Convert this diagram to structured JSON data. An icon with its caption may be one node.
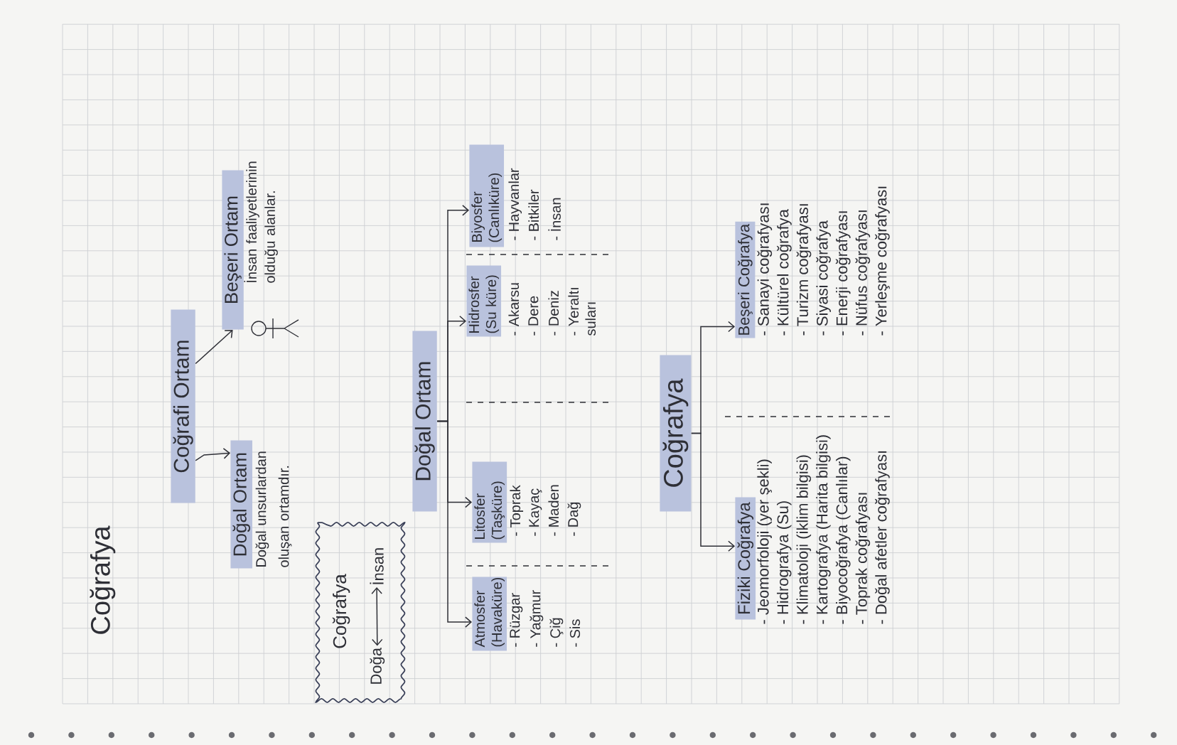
{
  "diagram": {
    "title": "Coğrafya",
    "nodes": [
      {
        "text": [
          "Coğrafi Ortam"
        ]
      },
      {
        "text": [
          "Doğal Ortam"
        ],
        "beside": [
          "Doğal unsurlardan oluşan ortamdır."
        ]
      },
      {
        "text": [
          "Beşeri Ortam"
        ],
        "beside": [
          "İnsan faaliyetlerinin olduğu alanlar."
        ]
      },
      {
        "text": [
          "Coğrafya"
        ]
      },
      {
        "text": [
          "Doğa"
        ],
        "in": 3
      },
      {
        "text": [
          "İnsan"
        ],
        "in": 3
      },
      {
        "text": [
          "Doğal Ortam"
        ]
      },
      {
        "text": [
          "Atmosfer (Havaküre)"
        ],
        "beside": [
          "- Rüzgar",
          "- Yağmur",
          "- Çiğ",
          "- Sis"
        ]
      },
      {
        "text": [
          "Litosfer (Taşküre)"
        ],
        "beside": [
          "- Toprak",
          "- Kayaç",
          "- Maden",
          "- Dağ"
        ]
      },
      {
        "text": [
          "Hidrosfer (Su küre)"
        ],
        "beside": [
          "- Akarsu",
          "- Dere",
          "- Deniz",
          "- Yeraltı suları"
        ]
      },
      {
        "text": [
          "Biyosfer (Canlıküre)"
        ],
        "beside": [
          "- Hayvanlar",
          "- Bitkiler",
          "- İnsan"
        ]
      },
      {
        "text": [
          "Coğrafya"
        ]
      },
      {
        "text": [
          "Fiziki Coğrafya"
        ],
        "beside": [
          "- Jeomorfoloji (yer şekli)",
          "- Hidrografya (Su)",
          "- Klimatoloji (iklim bilgisi)",
          "- Kartografya (Harita bilgisi)",
          "- Biyocoğrafya (Canlılar)",
          "- Toprak coğrafyası",
          "- Doğal afetler coğrafyası"
        ]
      },
      {
        "text": [
          "Beşeri Coğrafya"
        ],
        "beside": [
          "- Sanayi coğrafyası",
          "- Kültürel coğrafya",
          "- Turizm coğrafyası",
          "- Siyasi coğrafya",
          "- Enerji coğrafyası",
          "- Nüfus coğrafyası",
          "- Yerleşme coğrafyası"
        ]
      }
    ],
    "edges": [
      {
        "from": 0,
        "to": 1,
        "arrow": "to"
      },
      {
        "from": 0,
        "to": 2,
        "arrow": "to"
      },
      {
        "from": 4,
        "to": 5,
        "arrow": "both"
      },
      {
        "from": 6,
        "to": 7,
        "arrow": "to"
      },
      {
        "from": 6,
        "to": 8,
        "arrow": "to"
      },
      {
        "from": 6,
        "to": 9,
        "arrow": "to"
      },
      {
        "from": 6,
        "to": 10,
        "arrow": "to"
      },
      {
        "from": 11,
        "to": 12,
        "arrow": "to"
      },
      {
        "from": 11,
        "to": 13,
        "arrow": "to"
      }
    ]
  }
}
